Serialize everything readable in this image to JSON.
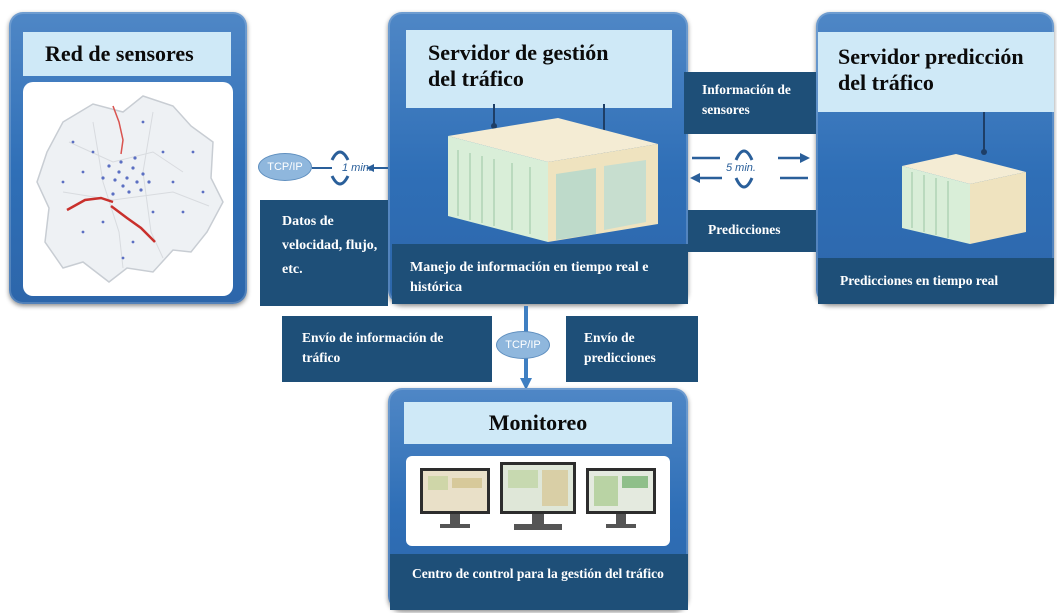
{
  "sensors": {
    "title": "Red de sensores",
    "data_label": "Datos de velocidad, flujo, etc."
  },
  "management": {
    "title": "Servidor de gestión del tráfico",
    "caption": "Manejo de información en tiempo real e histórica"
  },
  "prediction": {
    "title": "Servidor predicción del tráfico",
    "caption": "Predicciones en tiempo real"
  },
  "links": {
    "sensor_info": "Información de sensores",
    "predictions": "Predicciones",
    "send_traffic_info": "Envío de información de tráfico",
    "send_predictions": "Envío de predicciones",
    "tcp_left": "TCP/IP",
    "tcp_bottom": "TCP/IP",
    "interval_left": "1 min.",
    "interval_right": "5 min."
  },
  "monitoring": {
    "title": "Monitoreo",
    "caption": "Centro de control para la gestión del tráfico"
  },
  "colors": {
    "panel_blue": "#2f6fb7",
    "title_light": "#cfe9f7",
    "caption_dark": "#1e4f78",
    "arrow": "#2a5f9a"
  }
}
